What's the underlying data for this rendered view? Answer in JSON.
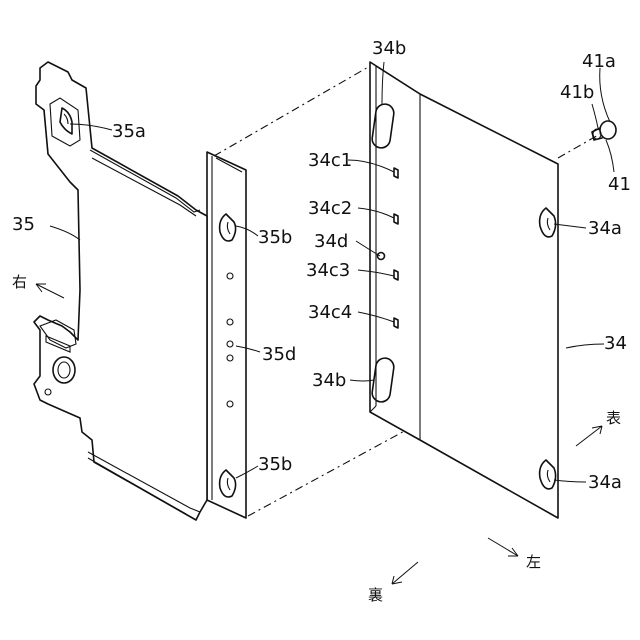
{
  "labels": {
    "l35a": "35a",
    "l35": "35",
    "l35b_top": "35b",
    "l35d": "35d",
    "l35b_bot": "35b",
    "l34b_top": "34b",
    "l34c1": "34c1",
    "l34c2": "34c2",
    "l34d": "34d",
    "l34c3": "34c3",
    "l34c4": "34c4",
    "l34b_bot": "34b",
    "l41a": "41a",
    "l41b": "41b",
    "l41": "41",
    "l34a_top": "34a",
    "l34": "34",
    "l34a_bot": "34a"
  },
  "directions": {
    "right": "右",
    "left": "左",
    "front": "表",
    "back": "裏"
  }
}
